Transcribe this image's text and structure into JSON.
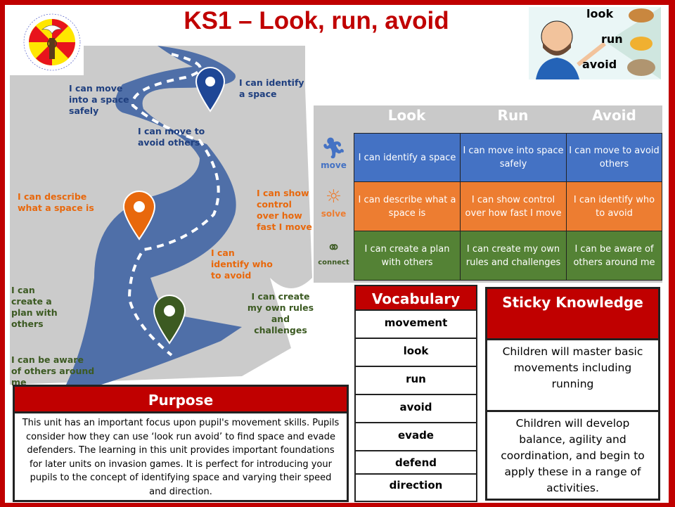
{
  "title": "KS1 – Look, run, avoid",
  "logo": {
    "ring_text": "Every Person is Precious to God · St. Columba's Catholic Primary School"
  },
  "bitmoji": {
    "words": [
      "look",
      "run",
      "avoid"
    ]
  },
  "road_labels": {
    "move": [
      "I can move into a space safely",
      "I can identify a space",
      "I can move to avoid others"
    ],
    "solve": [
      "I can describe what a space is",
      "I can show control over how fast I move",
      "I can identify who to avoid"
    ],
    "connect": [
      "I can create a plan with others",
      "I can create my own rules and challenges",
      "I can be aware of others around me"
    ]
  },
  "grid": {
    "headers": [
      "Look",
      "Run",
      "Avoid"
    ],
    "rows": [
      {
        "label": "move",
        "color": "#4472c4",
        "cells": [
          "I can identify a space",
          "I can move into space safely",
          "I can move to avoid others"
        ]
      },
      {
        "label": "solve",
        "color": "#ed7d31",
        "cells": [
          "I can describe what a space is",
          "I can show control over how fast I move",
          "I can identify who to avoid"
        ]
      },
      {
        "label": "connect",
        "color": "#548235",
        "cells": [
          "I can create a plan with others",
          "I can create my own rules and challenges",
          "I can be aware of others around me"
        ]
      }
    ]
  },
  "vocabulary": {
    "title": "Vocabulary",
    "words": [
      "movement",
      "look",
      "run",
      "avoid",
      "evade",
      "defend",
      "direction"
    ]
  },
  "sticky": {
    "title": "Sticky Knowledge",
    "items": [
      "Children will master basic movements including running",
      "Children will develop balance, agility and coordination, and begin to apply these in a range of activities."
    ]
  },
  "purpose": {
    "title": "Purpose",
    "text": "This unit has an important focus upon pupil's movement skills. Pupils consider how they can use ‘look run avoid’ to find space and evade defenders. The learning in this unit provides important foundations for later units on invasion games. It is perfect for introducing your pupils to the concept of identifying space and varying their speed and direction."
  }
}
